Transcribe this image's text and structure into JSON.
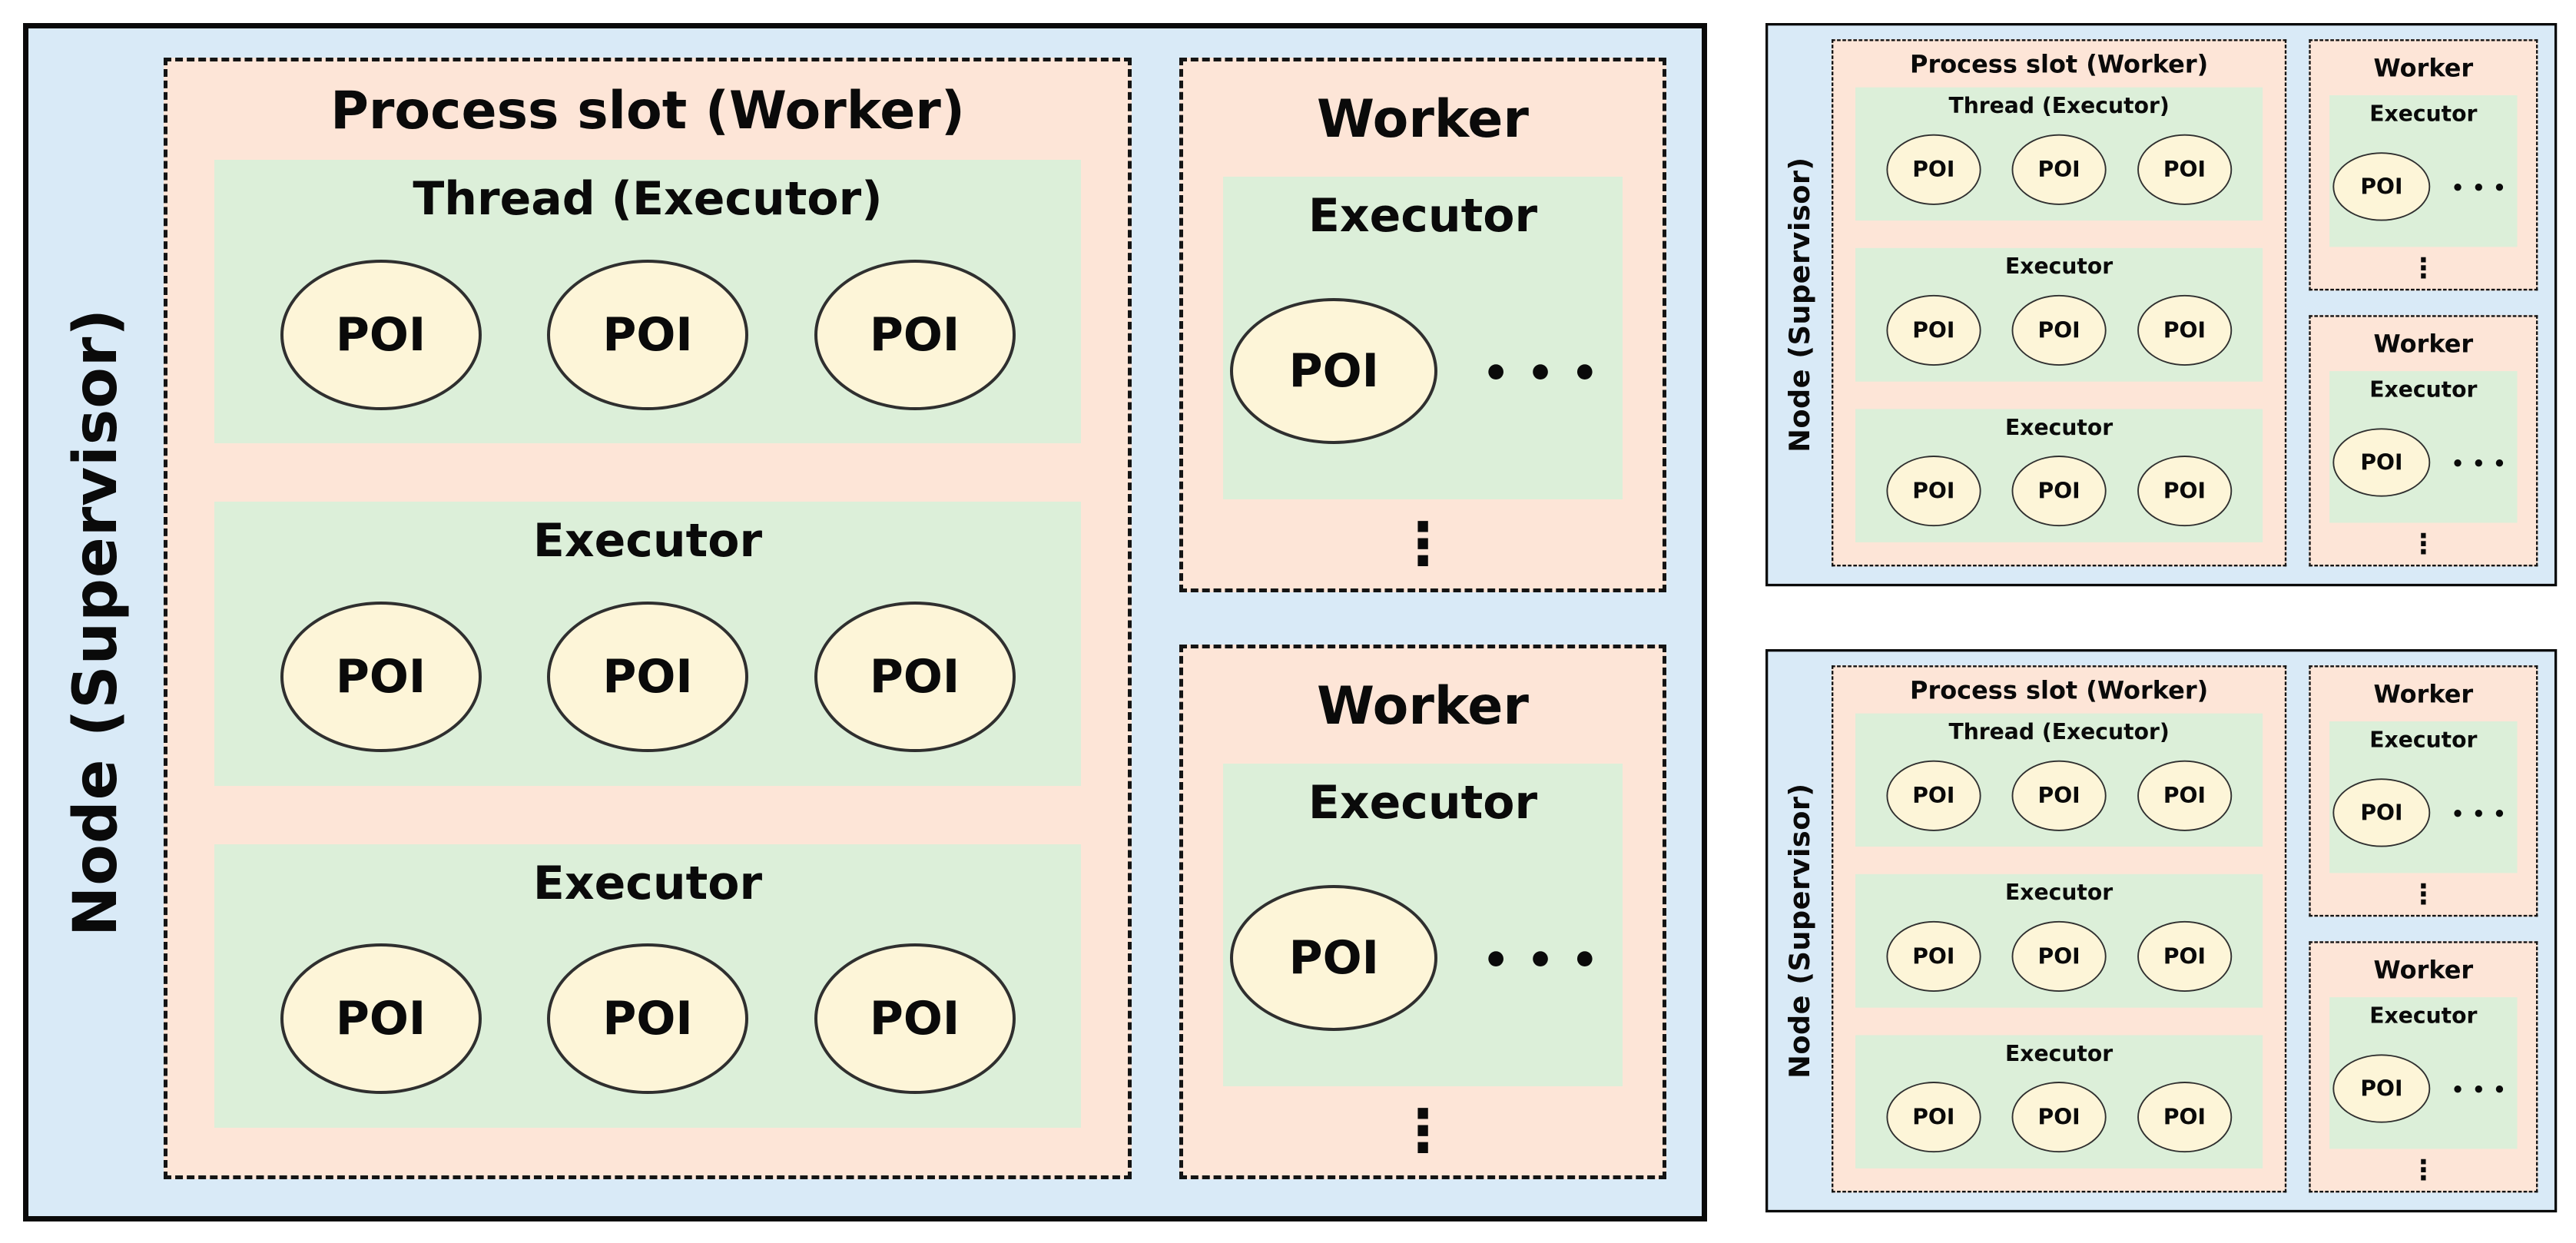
{
  "colors": {
    "node_bg": "#d9eaf7",
    "process_slot_bg": "#fde5d7",
    "executor_bg": "#dcefd9",
    "poi_bg": "#fdf5d8",
    "border": "#0a0a0a"
  },
  "diagram": {
    "node_label": "Node (Supervisor)",
    "process_slot": {
      "title": "Process slot (Worker)",
      "executors": [
        {
          "title": "Thread (Executor)",
          "pois": [
            "POI",
            "POI",
            "POI"
          ]
        },
        {
          "title": "Executor",
          "pois": [
            "POI",
            "POI",
            "POI"
          ]
        },
        {
          "title": "Executor",
          "pois": [
            "POI",
            "POI",
            "POI"
          ]
        }
      ]
    },
    "workers": [
      {
        "title": "Worker",
        "executor": {
          "title": "Executor",
          "pois": [
            "POI"
          ]
        }
      },
      {
        "title": "Worker",
        "executor": {
          "title": "Executor",
          "pois": [
            "POI"
          ]
        }
      }
    ],
    "icons": {
      "horizontal_ellipsis": "•••",
      "vertical_ellipsis": "⋮"
    }
  }
}
